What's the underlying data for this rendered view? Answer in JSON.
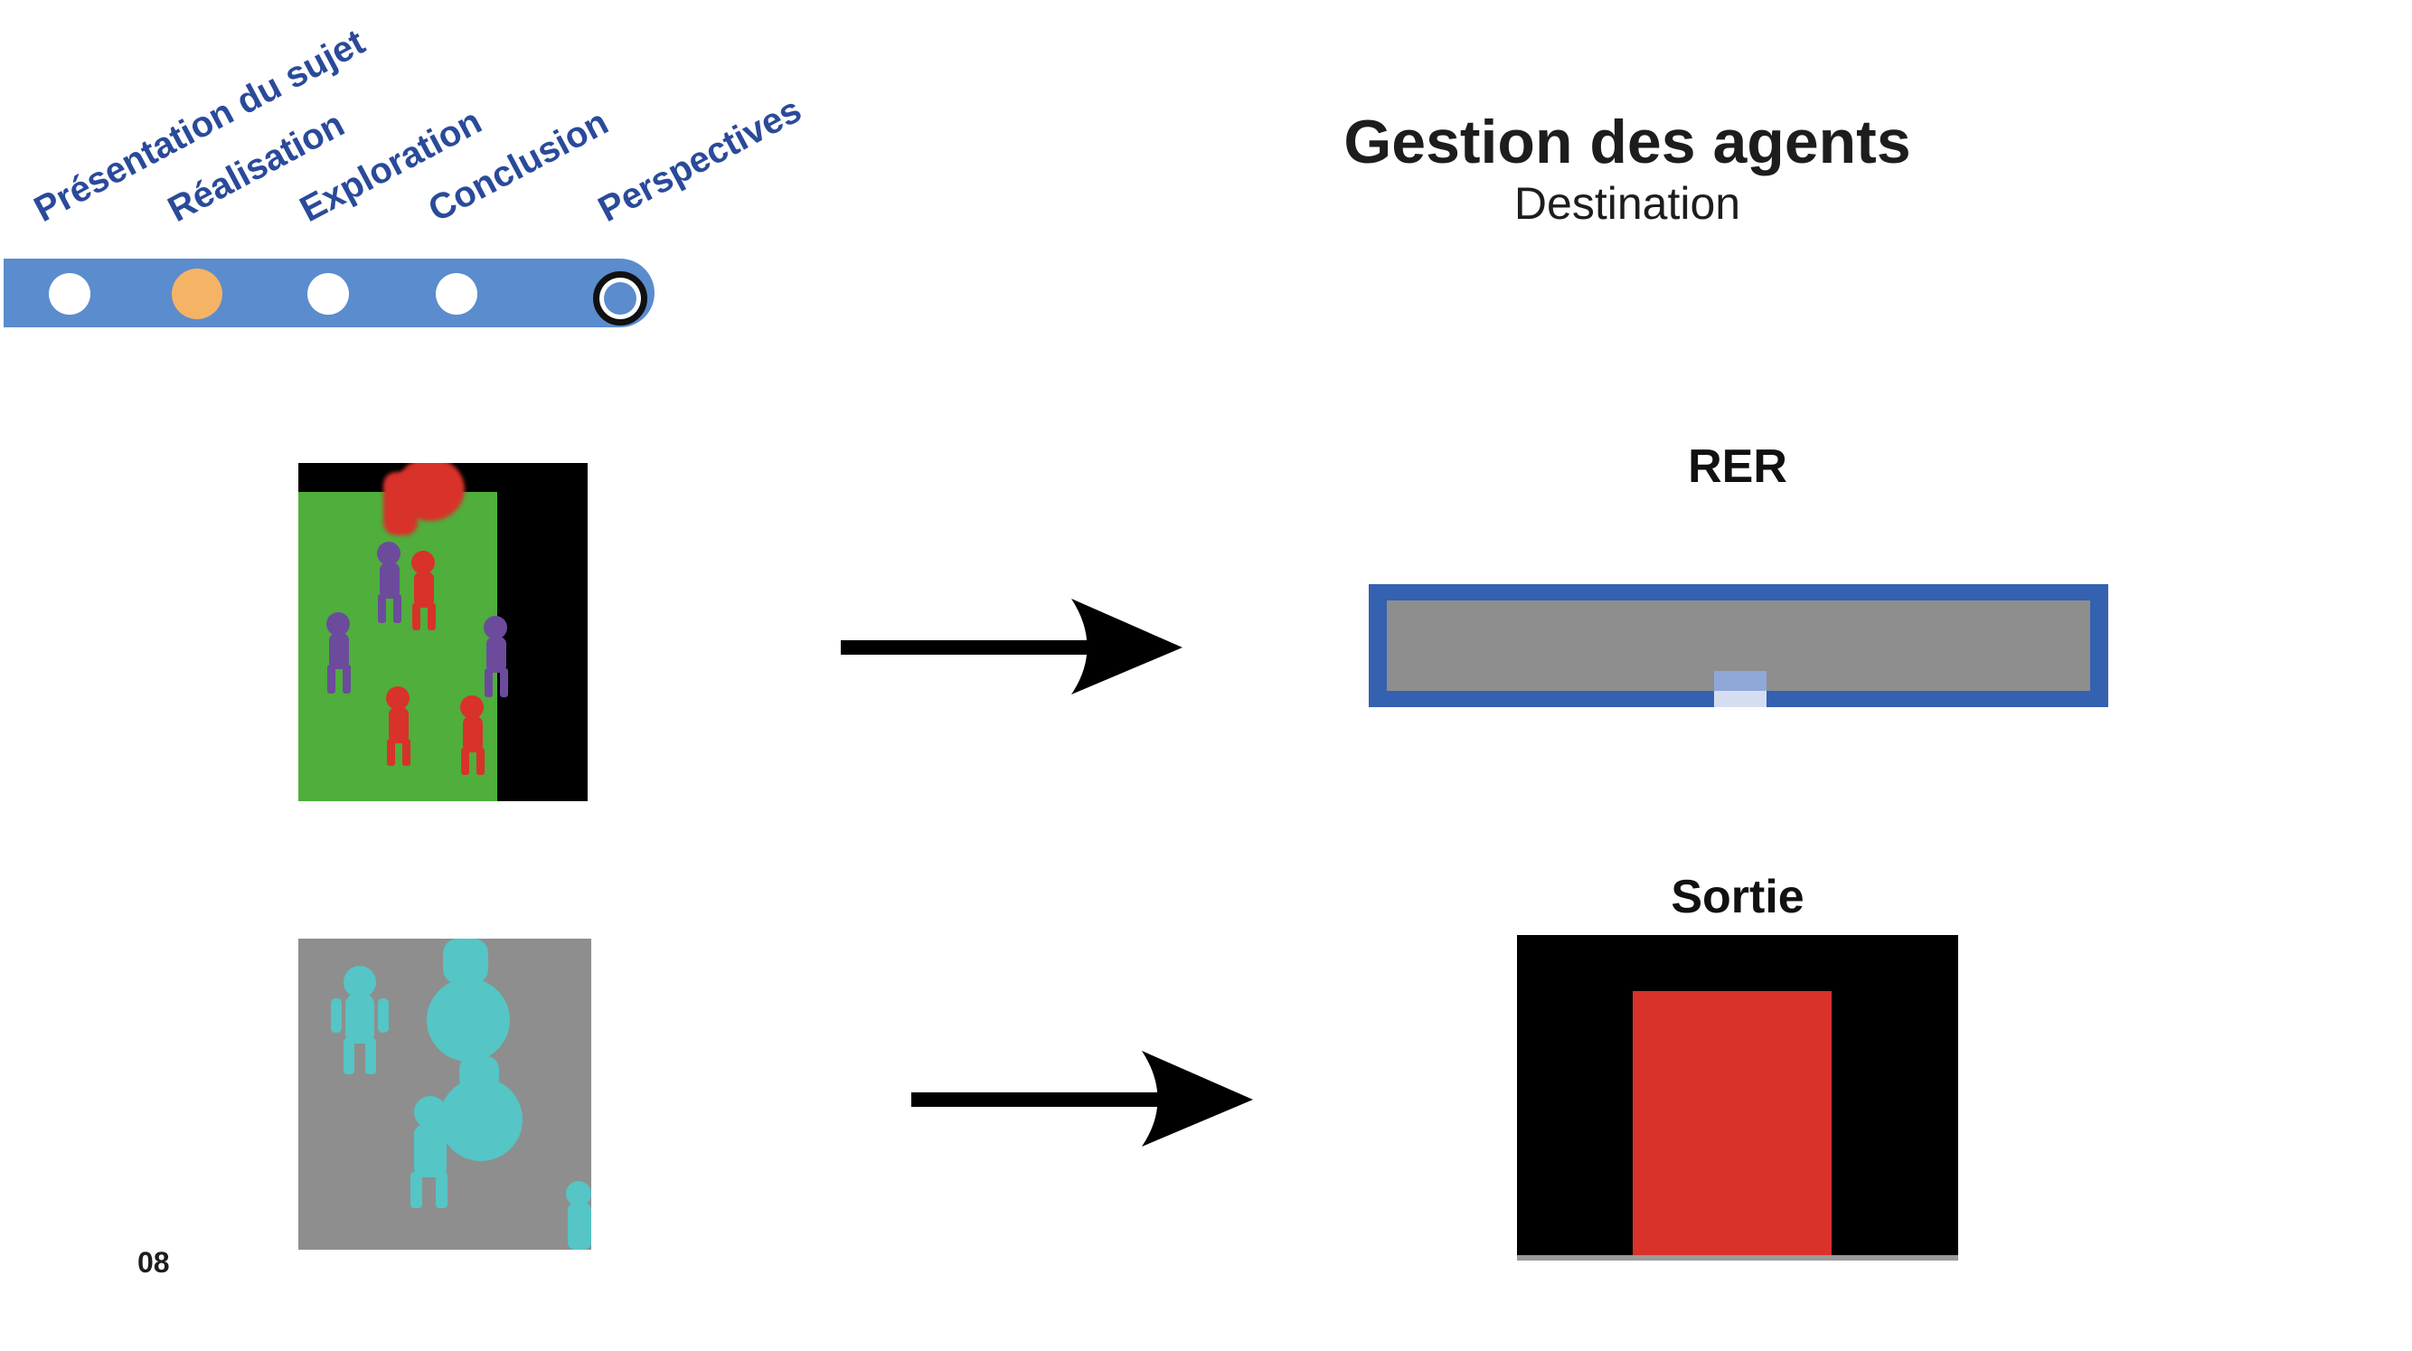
{
  "navigation": {
    "steps": [
      {
        "label": "Présentation du sujet",
        "state": "upcoming"
      },
      {
        "label": "Réalisation",
        "state": "done"
      },
      {
        "label": "Exploration",
        "state": "upcoming"
      },
      {
        "label": "Conclusion",
        "state": "upcoming"
      },
      {
        "label": "Perspectives",
        "state": "current"
      }
    ],
    "bar_color": "#5b8ccd",
    "done_color": "#f5b365",
    "label_color": "#2a4a9a"
  },
  "header": {
    "title": "Gestion des agents",
    "subtitle": "Destination"
  },
  "rows": [
    {
      "target_label": "RER",
      "target_color": "#3461b0",
      "agent_colors": [
        "#d8322a",
        "#6c4b9c"
      ],
      "background_color": "#4fae3c"
    },
    {
      "target_label": "Sortie",
      "target_color": "#d8322a",
      "agent_colors": [
        "#55c5c5"
      ],
      "background_color": "#8e8e8e"
    }
  ],
  "page_number": "08"
}
